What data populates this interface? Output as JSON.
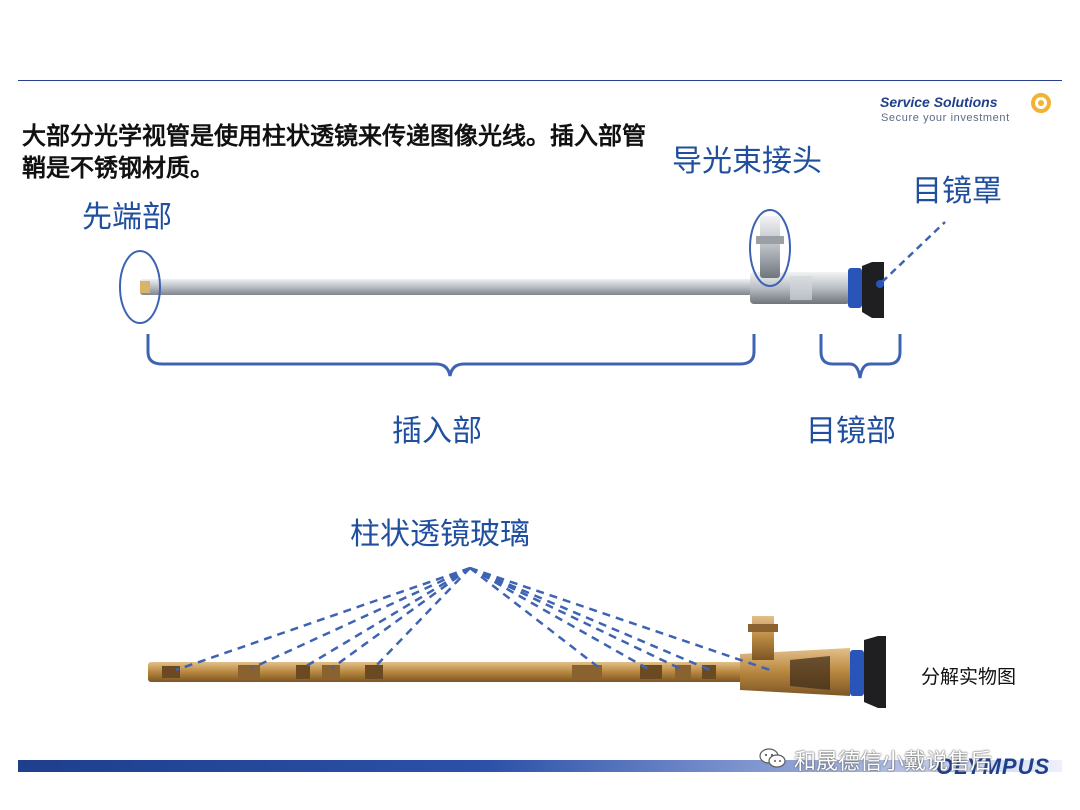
{
  "brand": {
    "name": "Service Solutions",
    "tagline": "Secure your investment"
  },
  "headline": "大部分光学视管是使用柱状透镜来传递图像光线。插入部管鞘是不锈钢材质。",
  "labels": {
    "tip": "先端部",
    "light_guide_connector": "导光束接头",
    "eyepiece_cap": "目镜罩",
    "insertion_section": "插入部",
    "eyepiece_section": "目镜部",
    "rod_lens_glass": "柱状透镜玻璃"
  },
  "caption": "分解实物图",
  "footer": {
    "watermark": "和晟德信小戴说售后",
    "logo": "OLYMPUS"
  },
  "colors": {
    "accent_blue": "#1f4f9e",
    "rule_blue": "#2a3f8f",
    "dash_blue": "#3e63b3",
    "brass": "#c79a4a",
    "steel": "#c9cdd2"
  },
  "icons": [
    "service-ring-icon",
    "wechat-icon"
  ]
}
